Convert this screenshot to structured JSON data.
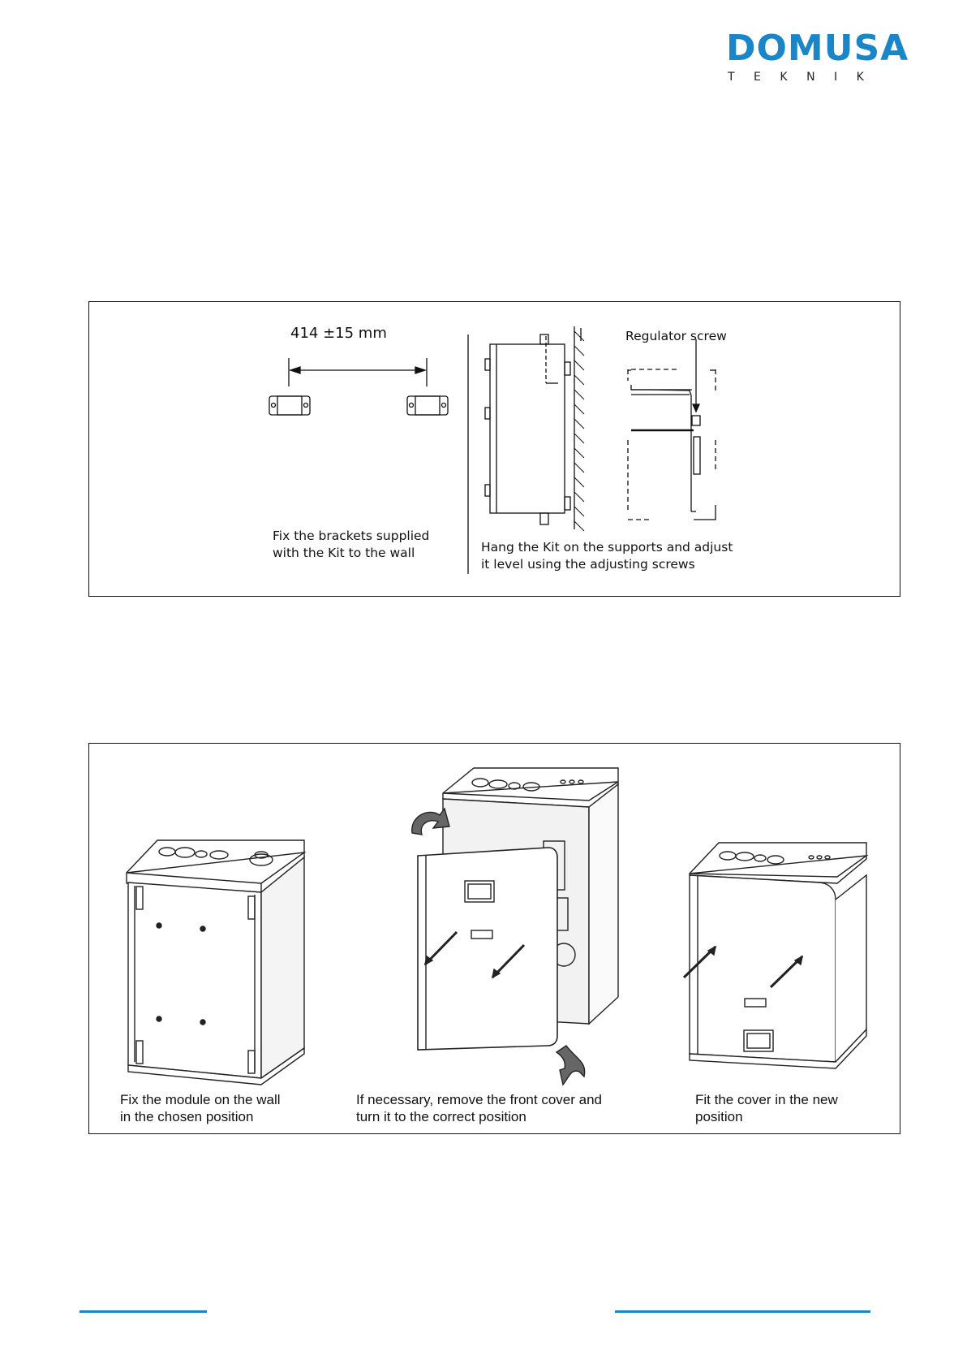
{
  "brand": {
    "name": "DOMUSA",
    "subtitle": "TEKNIK",
    "color": "#1a86c8"
  },
  "figure_wall_brackets": {
    "dimension_label": "414 ±15 mm",
    "regulator_label": "Regulator screw",
    "caption_left_line1": "Fix the brackets supplied",
    "caption_left_line2": "with the Kit to the wall",
    "caption_right_line1": "Hang the Kit on the supports and adjust",
    "caption_right_line2": "it level using the adjusting screws"
  },
  "figure_module_cover": {
    "caption_1_line1": "Fix the module on the wall",
    "caption_1_line2": "in the chosen position",
    "caption_2_line1": "If necessary, remove the front cover and",
    "caption_2_line2": "turn it to the correct position",
    "caption_3_line1": "Fit the cover in the new",
    "caption_3_line2": "position"
  }
}
